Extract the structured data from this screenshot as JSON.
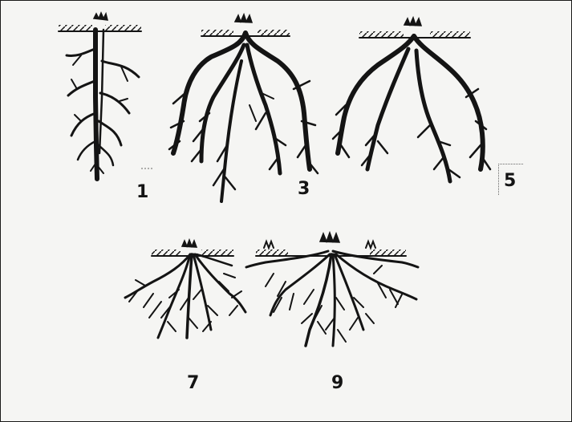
{
  "figure": {
    "labels": {
      "n1": "1",
      "n3": "3",
      "n5": "5",
      "n7": "7",
      "n9": "9"
    },
    "ink_color": "#141414",
    "paper_color": "#f5f5f3"
  }
}
